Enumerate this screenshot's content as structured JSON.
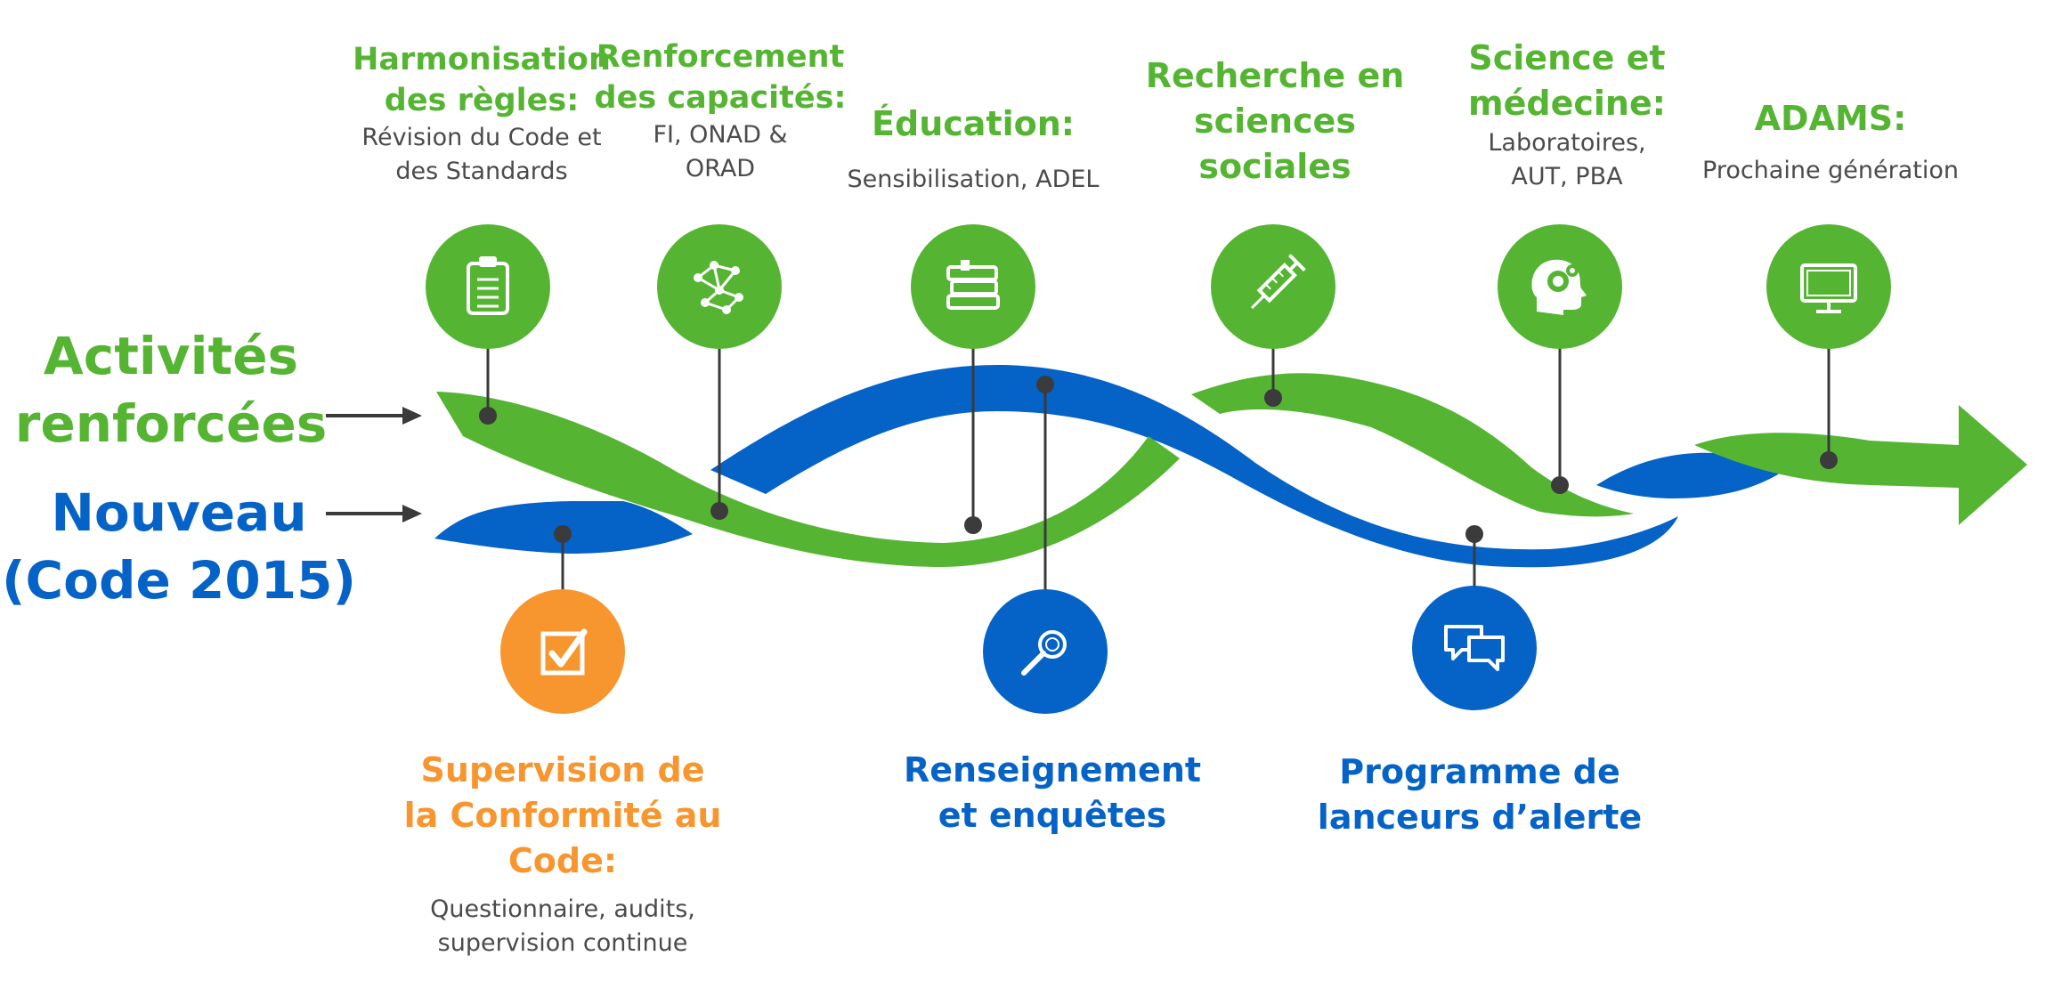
{
  "colors": {
    "green": "#55b533",
    "blue": "#0563c8",
    "orange": "#f7962e",
    "line": "#3a3a3a",
    "text": "#4b4b4b"
  },
  "legend": {
    "enhanced": [
      "Activités",
      "renforcées"
    ],
    "new": [
      "Nouveau",
      "(Code 2015)"
    ]
  },
  "top_items": [
    {
      "title": [
        "Harmonisation",
        "des règles:"
      ],
      "desc": [
        "Révision du Code et",
        "des Standards"
      ],
      "icon": "clipboard-icon"
    },
    {
      "title": [
        "Renforcement",
        "des capacités:"
      ],
      "desc": [
        "FI, ONAD &",
        "ORAD"
      ],
      "icon": "network-icon"
    },
    {
      "title": [
        "Éducation:"
      ],
      "desc": [
        "Sensibilisation, ADEL"
      ],
      "icon": "books-icon"
    },
    {
      "title": [
        "Recherche en",
        "sciences",
        "sociales"
      ],
      "desc": [],
      "icon": "syringe-icon"
    },
    {
      "title": [
        "Science et",
        "médecine:"
      ],
      "desc": [
        "Laboratoires,",
        "AUT, PBA"
      ],
      "icon": "head-gears-icon"
    },
    {
      "title": [
        "ADAMS:"
      ],
      "desc": [
        "Prochaine génération"
      ],
      "icon": "monitor-icon"
    }
  ],
  "bottom_items": [
    {
      "title": [
        "Supervision de",
        "la Conformité au",
        "Code:"
      ],
      "desc": [
        "Questionnaire, audits,",
        "supervision continue"
      ],
      "icon": "checkbox-icon"
    },
    {
      "title": [
        "Renseignement",
        "et enquêtes"
      ],
      "desc": [],
      "icon": "magnifier-icon"
    },
    {
      "title": [
        "Programme de",
        "lanceurs d’alerte"
      ],
      "desc": [],
      "icon": "chat-bubbles-icon"
    }
  ]
}
